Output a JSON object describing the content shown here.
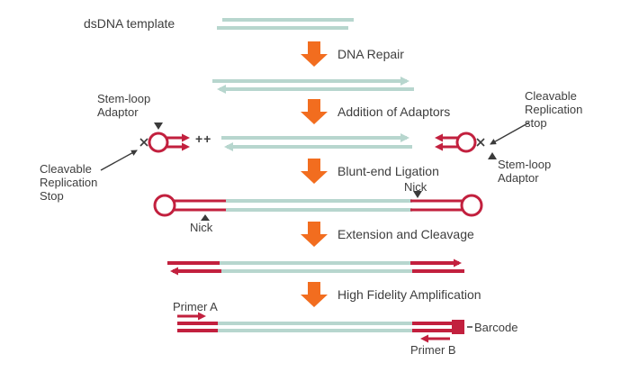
{
  "colors": {
    "background": "#ffffff",
    "dna": "#b7d6ce",
    "adaptor": "#c2203e",
    "arrow": "#f26d1f",
    "text": "#3e3e3e",
    "marker": "#3a3a3a"
  },
  "diagram": {
    "template_label": "dsDNA template",
    "steps": [
      "DNA Repair",
      "Addition of Adaptors",
      "Blunt-end Ligation",
      "Extension and Cleavage",
      "High Fidelity Amplification"
    ],
    "adaptor_annotations": {
      "stem_loop_left": "Stem-loop Adaptor",
      "stem_loop_right": "Stem-loop Adaptor",
      "cleavable_stop_left": "Cleavable Replication Stop",
      "cleavable_stop_right": "Cleavable Replication stop",
      "plus_signs": "++"
    },
    "ligation_annotations": {
      "nick_left": "Nick",
      "nick_right": "Nick"
    },
    "amplification_annotations": {
      "primer_a": "Primer A",
      "primer_b": "Primer B",
      "barcode": "Barcode"
    }
  }
}
